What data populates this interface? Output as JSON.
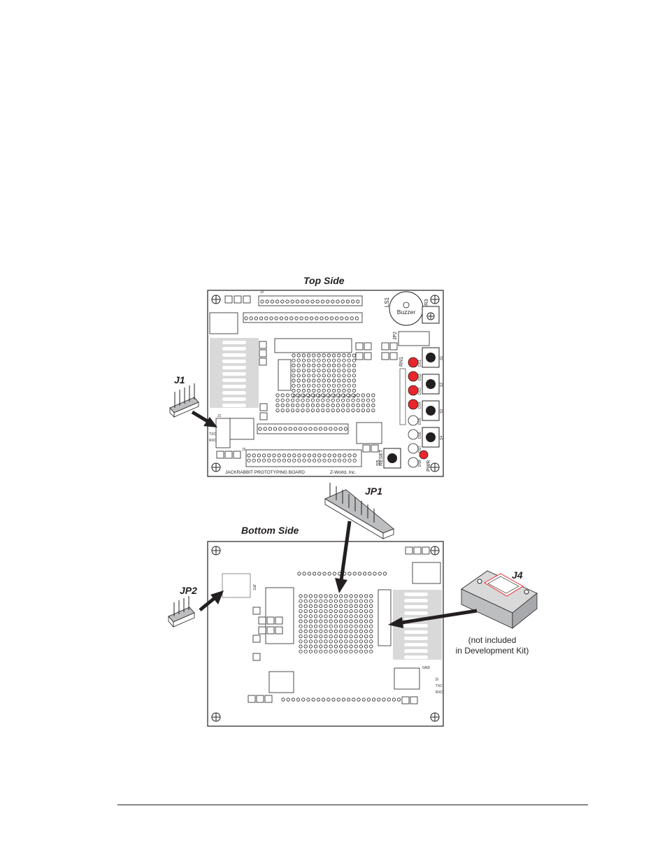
{
  "titles": {
    "top_side": "Top Side",
    "bottom_side": "Bottom Side"
  },
  "callouts": {
    "j1": "J1",
    "jp1": "JP1",
    "jp2": "JP2",
    "j4": "J4",
    "j4_note_line1": "(not included",
    "j4_note_line2": "in Development Kit)"
  },
  "top_board": {
    "label_board": "JACKRABBIT PROTOTYPING BOARD",
    "label_maker": "Z-World, Inc.",
    "label_buzzer": "Buzzer",
    "label_ls1": "LS1",
    "label_r3": "R3",
    "label_jp2": "JP2",
    "label_rn1": "RN1",
    "label_s5": "S5",
    "label_reset": "RESET",
    "label_pwr": "PWR",
    "label_txc": "TXC",
    "label_rxc": "RXC",
    "label_j1": "J1",
    "label_j2": "J2",
    "label_j3": "J3",
    "switches": [
      "S1",
      "S2",
      "S3",
      "S4"
    ],
    "leds_red": [
      "DS1",
      "DS2",
      "DS3",
      "DS4"
    ],
    "leds_white": [
      "DS5",
      "DS6",
      "DS7",
      "DS8"
    ]
  },
  "bottom_board": {
    "label_gnd": "GND",
    "label_txc": "TXC",
    "label_rxc": "RXC",
    "label_j1": "J1",
    "label_jp2": "JP2"
  },
  "colors": {
    "ink": "#231f20",
    "led_red": "#e8262b",
    "board_bg": "#ffffff",
    "pad_gray": "#bcbec0",
    "gray_light": "#d9d9d9"
  }
}
